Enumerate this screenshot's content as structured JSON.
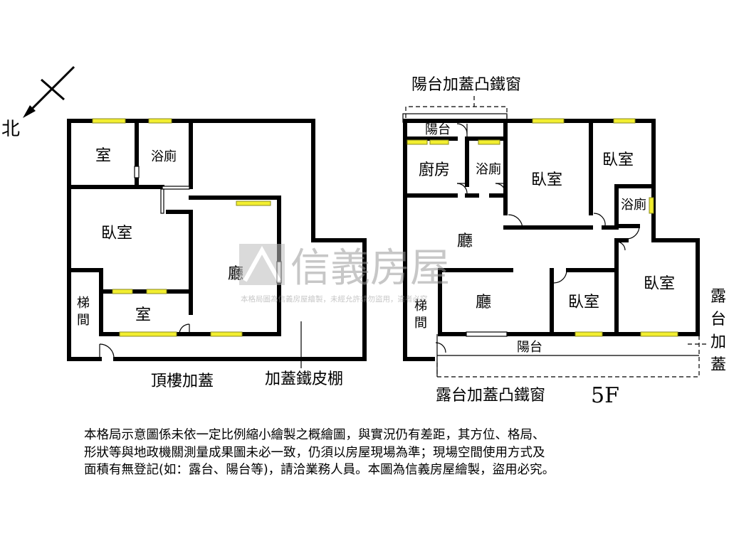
{
  "compass": {
    "north": "北"
  },
  "left_plan": {
    "caption": "頂樓加蓋",
    "shed_label": "加蓋鐵皮棚",
    "rooms": {
      "room_top": "室",
      "bath_top": "浴廁",
      "bedroom": "臥室",
      "living": "廳",
      "stair": [
        "梯",
        "間"
      ],
      "room_small": "室"
    }
  },
  "right_plan": {
    "top_caption": "陽台加蓋凸鐵窗",
    "bottom_caption": "露台加蓋凸鐵窗",
    "side_caption": [
      "露",
      "台",
      "加",
      "蓋"
    ],
    "floor": "5F",
    "rooms": {
      "balcony_top": "陽台",
      "kitchen": "廚房",
      "bath_a": "浴廁",
      "bedroom_a": "臥室",
      "bedroom_b": "臥室",
      "bath_b": "浴廁",
      "living_upper": "廳",
      "living_lower": "廳",
      "bedroom_c": "臥室",
      "bedroom_d": "臥室",
      "stair": [
        "梯",
        "間"
      ],
      "balcony_bottom": "陽台"
    }
  },
  "watermark": {
    "brand": "信義房屋",
    "line": "本格局圖為信義房屋繪製，未經允許請勿盜用，違者必究"
  },
  "disclaimer": [
    "本格局示意圖係未依一定比例縮小繪製之概繪圖，與實況仍有差距，其方位、格局、",
    "形狀等與地政機關測量成果圖未必一致，仍須以房屋現場為準；現場空間使用方式及",
    "面積有無登記(如：露台、陽台等)，請洽業務人員。本圖為信義房屋繪製，盜用必究。"
  ],
  "colors": {
    "window": "#f2ee30",
    "wall": "#000000",
    "watermark": "#cfcfcf"
  }
}
